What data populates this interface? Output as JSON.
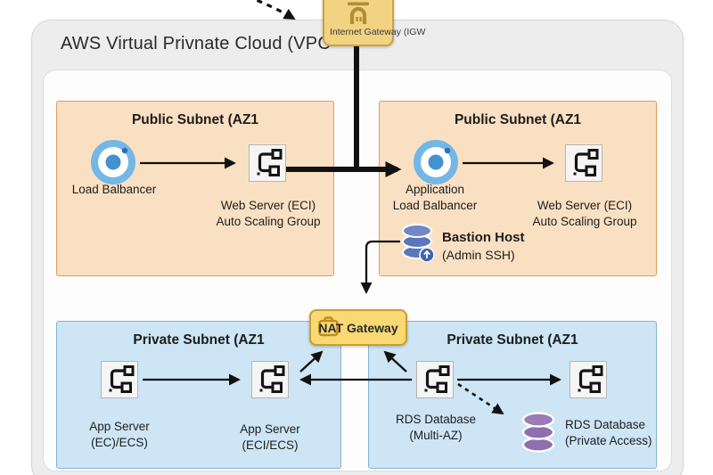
{
  "diagram": {
    "title": "AWS Virtual Privnate Cloud (VPC",
    "internet_gateway": {
      "label": "Internet Gateway (IGW",
      "icon": "gateway-arch-icon"
    },
    "nat_gateway": {
      "label": "NAT Gateway",
      "icon": "nat-badge-icon"
    },
    "public_subnet_1": {
      "title": "Public Subnet (AZ1",
      "load_balancer_label": "Load Balbancer",
      "web_server_line1": "Web Server (ECI)",
      "web_server_line2": "Auto Scaling Group"
    },
    "public_subnet_2": {
      "title": "Public Subnet (AZ1",
      "alb_line1": "Application",
      "alb_line2": "Load Balbancer",
      "web_server_line1": "Web Server (ECI)",
      "web_server_line2": "Auto Scaling Group",
      "bastion_line1": "Bastion Host",
      "bastion_line2": "(Admin SSH)"
    },
    "private_subnet_1": {
      "title": "Private Subnet (AZ1",
      "app_server1_line1": "App Server",
      "app_server1_line2": "(EC)/ECS)",
      "app_server2_line1": "App Server",
      "app_server2_line2": "(ECI/ECS)"
    },
    "private_subnet_2": {
      "title": "Private Subnet (AZ1",
      "rds_multiaz_line1": "RDS Database",
      "rds_multiaz_line2": "(Multi-AZ)",
      "rds_private_line1": "RDS Database",
      "rds_private_line2": "(Private Access)"
    }
  },
  "colors": {
    "public_subnet_fill": "#fae0c2",
    "public_subnet_border": "#df9a5b",
    "private_subnet_fill": "#cde5f4",
    "private_subnet_border": "#84b3d3",
    "igw_fill": "#f2d382",
    "igw_border": "#cfa33c",
    "nat_fill": "#f8d973",
    "nat_border": "#c9a02e",
    "vpc_outer_fill": "#ededed",
    "load_balancer_ring": "#73b7e6",
    "load_balancer_dot": "#4391d0",
    "bastion_icon_color": "#5b76bb",
    "rds_icon_color": "#8f6fae",
    "arrow_color": "#111111"
  }
}
